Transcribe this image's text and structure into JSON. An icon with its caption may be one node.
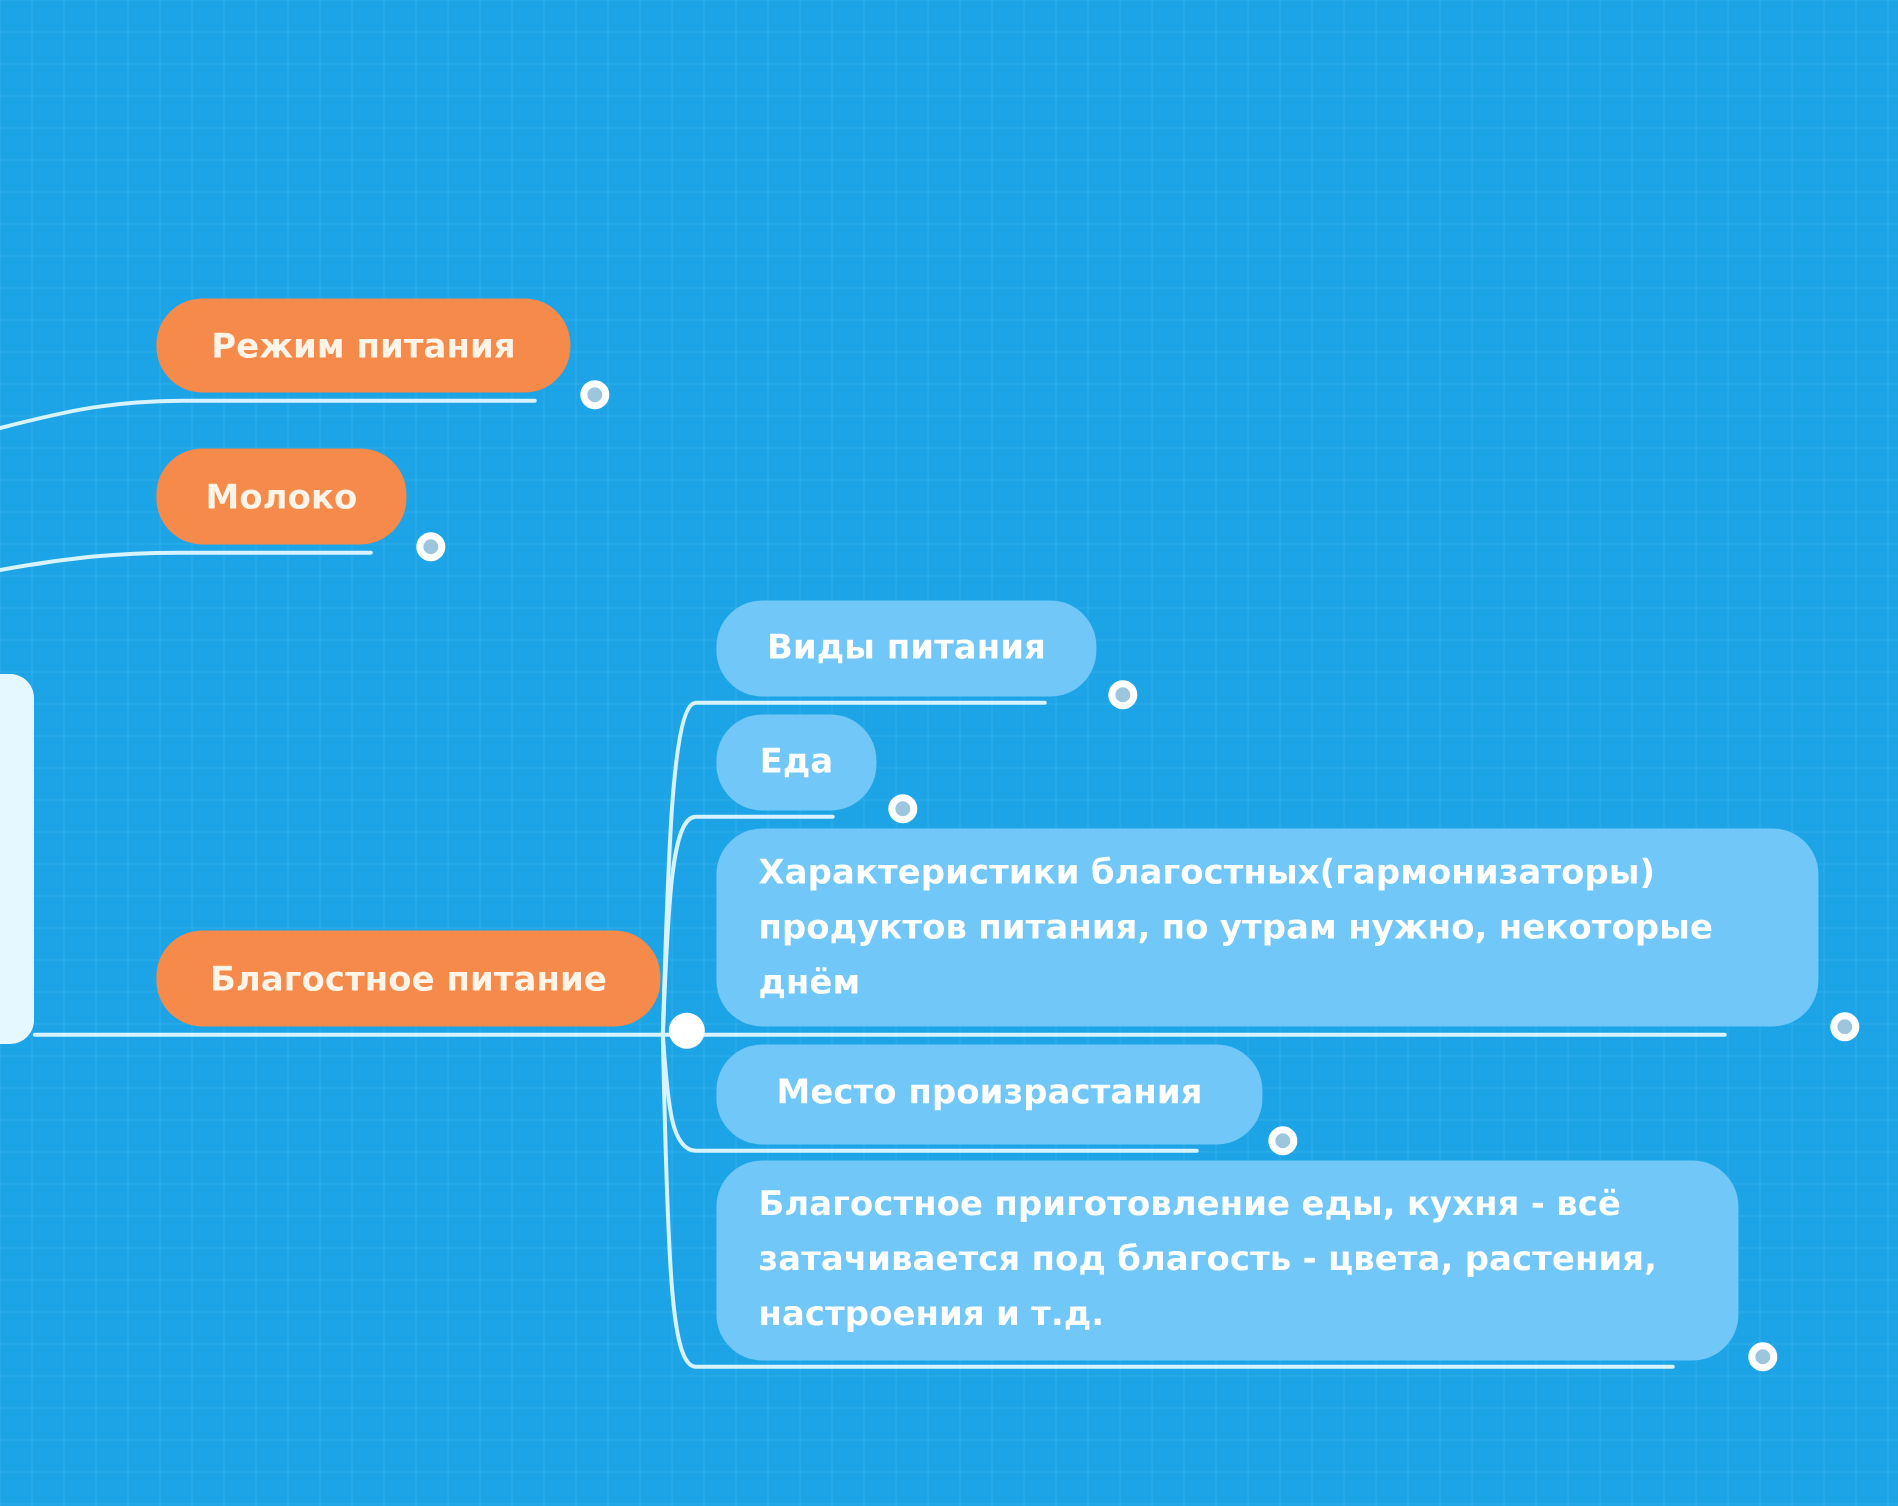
{
  "diagram": {
    "nodes": [
      {
        "text": [],
        "shape": "box"
      },
      {
        "text": [
          "Режим питания"
        ]
      },
      {
        "text": [
          "Молоко"
        ]
      },
      {
        "text": [
          "Благостное питание"
        ]
      },
      {
        "text": [
          "Виды питания"
        ]
      },
      {
        "text": [
          "Еда"
        ]
      },
      {
        "text": [
          "Характеристики благостных(гармонизаторы) продуктов питания, по утрам нужно, некоторые днём"
        ]
      },
      {
        "text": [
          "Место произрастания"
        ]
      },
      {
        "text": [
          "Благостное приготовление еды, кухня - всё затачивается под благость - цвета, растения, настроения и т.д."
        ]
      }
    ],
    "edges": [
      {
        "from": null,
        "to": 1,
        "arrow": "none"
      },
      {
        "from": null,
        "to": 2,
        "arrow": "none"
      },
      {
        "from": 0,
        "to": 3,
        "arrow": "none"
      },
      {
        "from": 3,
        "to": 4,
        "arrow": "none"
      },
      {
        "from": 3,
        "to": 5,
        "arrow": "none"
      },
      {
        "from": 3,
        "to": 6,
        "arrow": "none"
      },
      {
        "from": 3,
        "to": 7,
        "arrow": "none"
      },
      {
        "from": 3,
        "to": 8,
        "arrow": "none"
      }
    ]
  }
}
